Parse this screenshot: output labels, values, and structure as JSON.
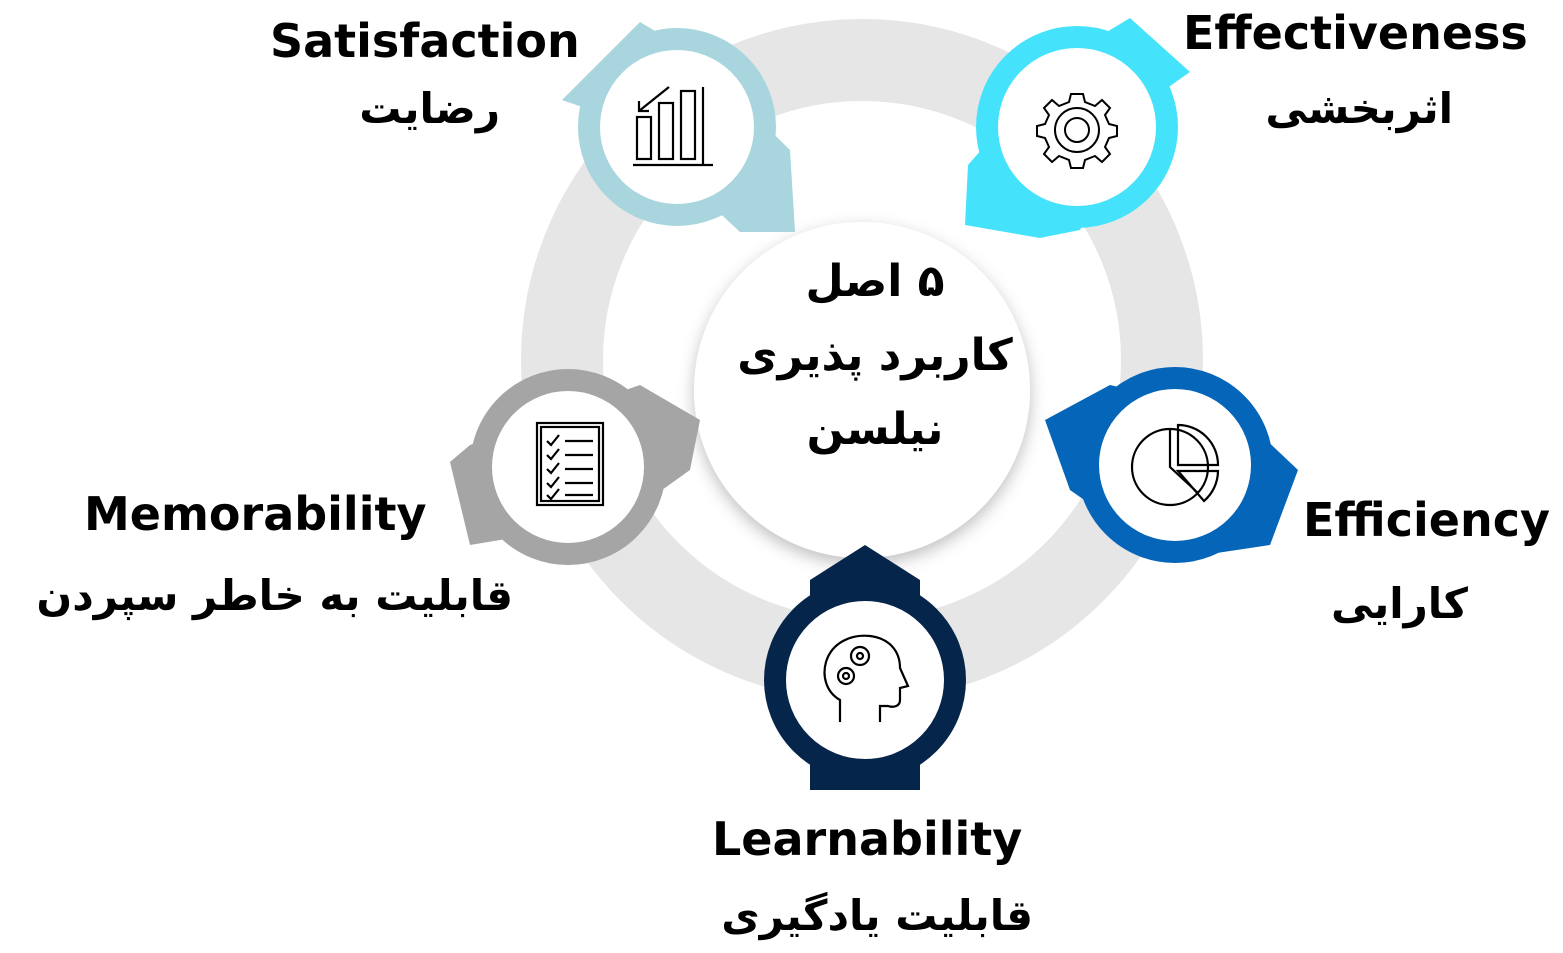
{
  "center": {
    "line1": "۵ اصل",
    "line2": "کاربرد پذیری",
    "line3": "نیلسن"
  },
  "principles": {
    "satisfaction": {
      "en": "Satisfaction",
      "fa": "رضایت",
      "color": "#a8d5de",
      "icon": "chart-growth-icon"
    },
    "effectiveness": {
      "en": "Effectiveness",
      "fa": "اثربخشی",
      "color": "#45e3fb",
      "icon": "gear-icon"
    },
    "efficiency": {
      "en": "Efficiency",
      "fa": "کارایی",
      "color": "#0565b9",
      "icon": "pie-chart-icon"
    },
    "learnability": {
      "en": "Learnability",
      "fa": "قابلیت یادگیری",
      "color": "#06254a",
      "icon": "head-gears-icon"
    },
    "memorability": {
      "en": "Memorability",
      "fa": "قابلیت به خاطر سپردن",
      "color": "#a5a5a5",
      "icon": "checklist-icon"
    }
  },
  "ring_color": "#e6e6e6"
}
